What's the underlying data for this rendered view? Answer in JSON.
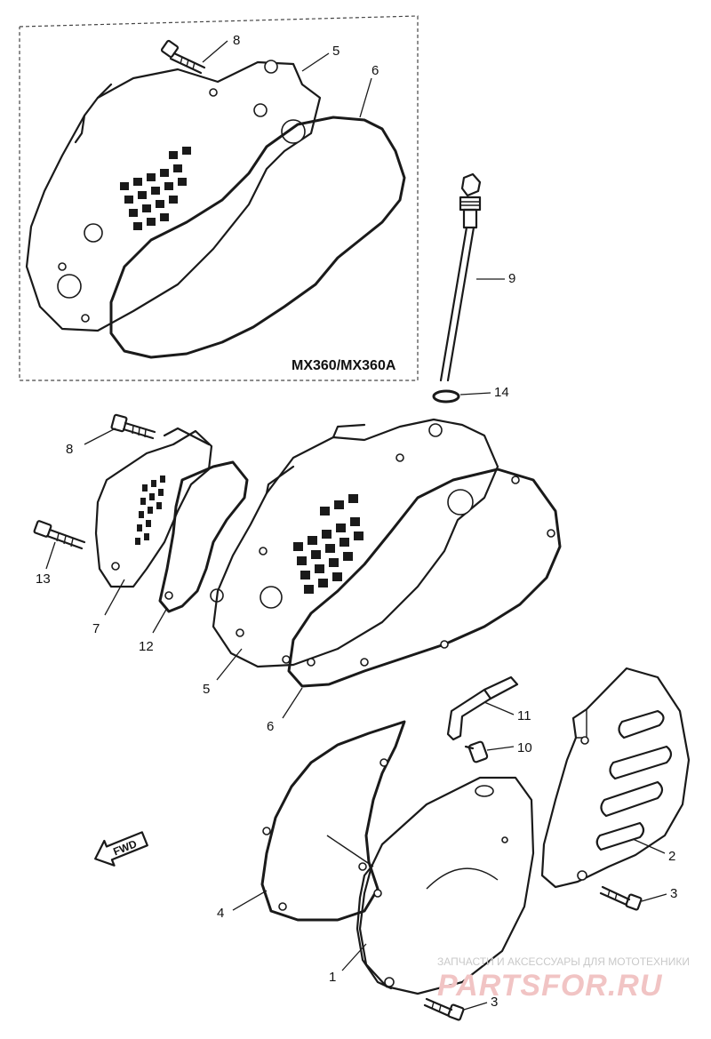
{
  "diagram": {
    "inset_label": "MX360/MX360A",
    "fwd_label": "FWD",
    "callouts": {
      "c8_top": "8",
      "c5_top": "5",
      "c6_top": "6",
      "c9": "9",
      "c14": "14",
      "c8_mid": "8",
      "c13": "13",
      "c7": "7",
      "c12": "12",
      "c5_mid": "5",
      "c6_mid": "6",
      "c11": "11",
      "c10": "10",
      "c2": "2",
      "c3_right": "3",
      "c4": "4",
      "c1": "1",
      "c3_bottom": "3"
    }
  },
  "watermark": {
    "tagline": "ЗАПЧАСТИ И АКСЕССУАРЫ ДЛЯ МОТОТЕХНИКИ",
    "brand": "PARTSFOR.RU"
  }
}
